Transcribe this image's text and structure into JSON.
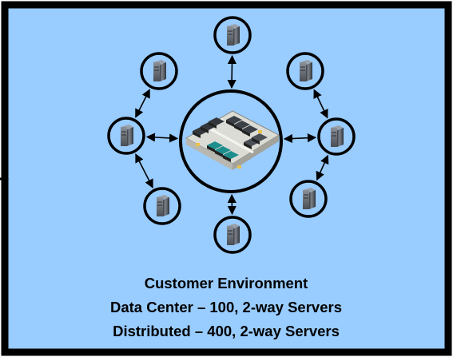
{
  "diagram": {
    "caption_lines": [
      "Customer Environment",
      "Data Center – 100, 2-way Servers",
      "Distributed – 400, 2-way Servers"
    ],
    "center_node": {
      "name": "data-center",
      "icon": "data-center-floor-plan-icon"
    },
    "satellite_nodes": [
      {
        "name": "server-top",
        "icon": "server-tower-icon"
      },
      {
        "name": "server-upper-left",
        "icon": "server-tower-icon"
      },
      {
        "name": "server-upper-right",
        "icon": "server-tower-icon"
      },
      {
        "name": "server-left",
        "icon": "server-tower-icon"
      },
      {
        "name": "server-right",
        "icon": "server-tower-icon"
      },
      {
        "name": "server-lower-left",
        "icon": "server-tower-icon"
      },
      {
        "name": "server-lower-right",
        "icon": "server-tower-icon"
      },
      {
        "name": "server-bottom",
        "icon": "server-tower-icon"
      }
    ],
    "edges": [
      [
        "data-center",
        "server-top"
      ],
      [
        "data-center",
        "server-left"
      ],
      [
        "data-center",
        "server-right"
      ],
      [
        "data-center",
        "server-bottom"
      ],
      [
        "server-left",
        "server-upper-left"
      ],
      [
        "server-left",
        "server-lower-left"
      ],
      [
        "server-right",
        "server-upper-right"
      ],
      [
        "server-right",
        "server-lower-right"
      ]
    ],
    "colors": {
      "panel_fill": "#99ccff",
      "outline": "#000000",
      "server_body": "#5a5f66",
      "caption_text": "#000000"
    }
  }
}
